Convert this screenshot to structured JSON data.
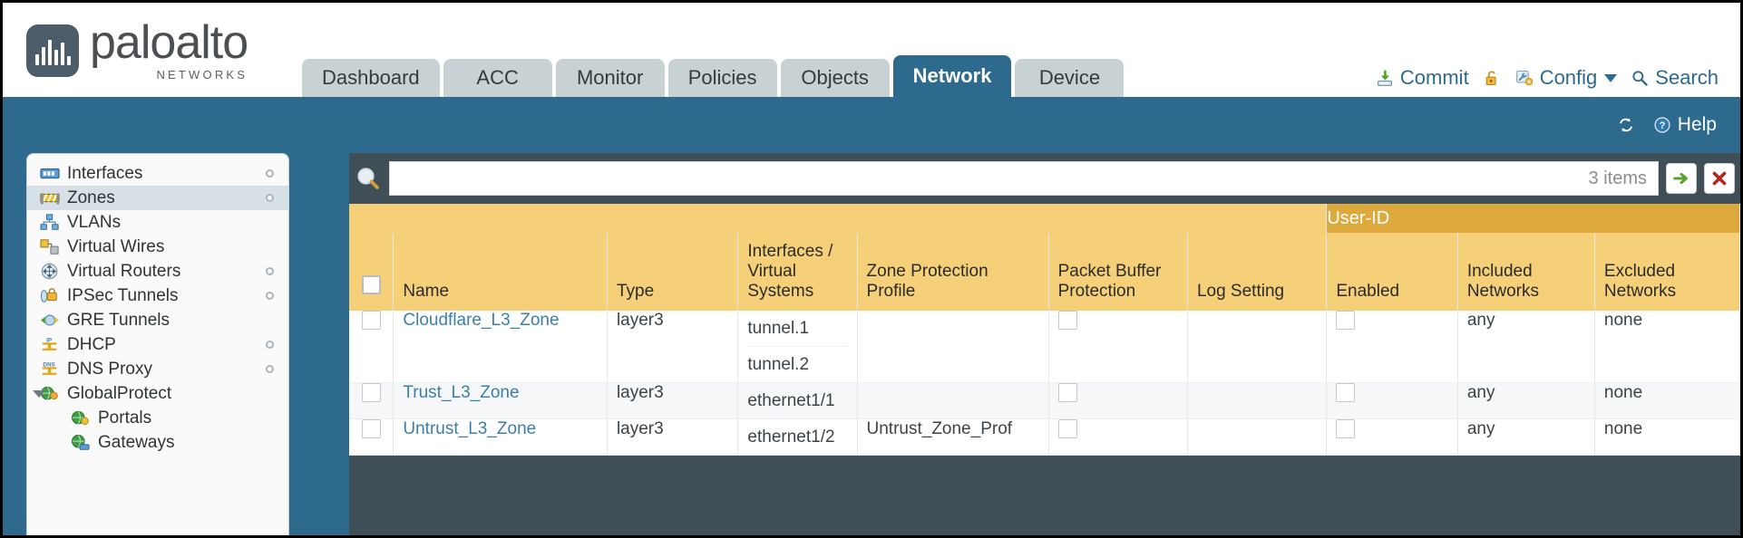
{
  "brand": {
    "name": "paloalto",
    "tagline": "NETWORKS",
    "registered": "®"
  },
  "nav": {
    "tabs": [
      {
        "label": "Dashboard",
        "active": false
      },
      {
        "label": "ACC",
        "active": false
      },
      {
        "label": "Monitor",
        "active": false
      },
      {
        "label": "Policies",
        "active": false
      },
      {
        "label": "Objects",
        "active": false
      },
      {
        "label": "Network",
        "active": true
      },
      {
        "label": "Device",
        "active": false
      }
    ]
  },
  "toolbar": {
    "commit_label": "Commit",
    "commit_icon": "commit-save-icon",
    "lock_icon": "padlock-icon",
    "config_label": "Config",
    "config_icon": "config-wrench-gear-icon",
    "search_label": "Search",
    "search_icon": "magnifier-icon"
  },
  "band": {
    "refresh_icon": "refresh-icon",
    "help_label": "Help",
    "help_icon": "help-question-icon"
  },
  "sidebar": {
    "items": [
      {
        "label": "Interfaces",
        "icon": "interfaces-icon",
        "selected": false,
        "dot": true,
        "child": false,
        "caret": false
      },
      {
        "label": "Zones",
        "icon": "zones-icon",
        "selected": true,
        "dot": true,
        "child": false,
        "caret": false
      },
      {
        "label": "VLANs",
        "icon": "vlans-icon",
        "selected": false,
        "dot": false,
        "child": false,
        "caret": false
      },
      {
        "label": "Virtual Wires",
        "icon": "virtual-wires-icon",
        "selected": false,
        "dot": false,
        "child": false,
        "caret": false
      },
      {
        "label": "Virtual Routers",
        "icon": "virtual-routers-icon",
        "selected": false,
        "dot": true,
        "child": false,
        "caret": false
      },
      {
        "label": "IPSec Tunnels",
        "icon": "ipsec-tunnels-icon",
        "selected": false,
        "dot": true,
        "child": false,
        "caret": false
      },
      {
        "label": "GRE Tunnels",
        "icon": "gre-tunnels-icon",
        "selected": false,
        "dot": false,
        "child": false,
        "caret": false
      },
      {
        "label": "DHCP",
        "icon": "dhcp-icon",
        "selected": false,
        "dot": true,
        "child": false,
        "caret": false
      },
      {
        "label": "DNS Proxy",
        "icon": "dns-proxy-icon",
        "selected": false,
        "dot": true,
        "child": false,
        "caret": false
      },
      {
        "label": "GlobalProtect",
        "icon": "globalprotect-icon",
        "selected": false,
        "dot": false,
        "child": false,
        "caret": true
      },
      {
        "label": "Portals",
        "icon": "portals-icon",
        "selected": false,
        "dot": false,
        "child": true,
        "caret": false
      },
      {
        "label": "Gateways",
        "icon": "gateways-icon",
        "selected": false,
        "dot": false,
        "child": true,
        "caret": false
      }
    ]
  },
  "search": {
    "value": "",
    "placeholder": "",
    "item_count": "3 items",
    "apply_icon": "green-arrow-icon",
    "clear_icon": "red-x-icon",
    "magnifier_icon": "magnifier-icon"
  },
  "table": {
    "group_header": {
      "label": "User-ID",
      "span": 3
    },
    "columns": [
      "Name",
      "Type",
      "Interfaces / Virtual Systems",
      "Zone Protection Profile",
      "Packet Buffer Protection",
      "Log Setting",
      "Enabled",
      "Included Networks",
      "Excluded Networks"
    ],
    "rows": [
      {
        "name": "Cloudflare_L3_Zone",
        "type": "layer3",
        "interfaces": [
          "tunnel.1",
          "tunnel.2"
        ],
        "zone_protection_profile": "",
        "packet_buffer_protection": false,
        "log_setting": "",
        "enabled": false,
        "included_networks": "any",
        "excluded_networks": "none"
      },
      {
        "name": "Trust_L3_Zone",
        "type": "layer3",
        "interfaces": [
          "ethernet1/1"
        ],
        "zone_protection_profile": "",
        "packet_buffer_protection": false,
        "log_setting": "",
        "enabled": false,
        "included_networks": "any",
        "excluded_networks": "none"
      },
      {
        "name": "Untrust_L3_Zone",
        "type": "layer3",
        "interfaces": [
          "ethernet1/2"
        ],
        "zone_protection_profile": "Untrust_Zone_Prof",
        "packet_buffer_protection": false,
        "log_setting": "",
        "enabled": false,
        "included_networks": "any",
        "excluded_networks": "none"
      }
    ]
  },
  "colors": {
    "brand_blue": "#2d6a8e",
    "header_gold": "#f5d079",
    "group_gold": "#dda93c",
    "panel_dark": "#3f4e57",
    "link_blue": "#3b7fa6"
  }
}
